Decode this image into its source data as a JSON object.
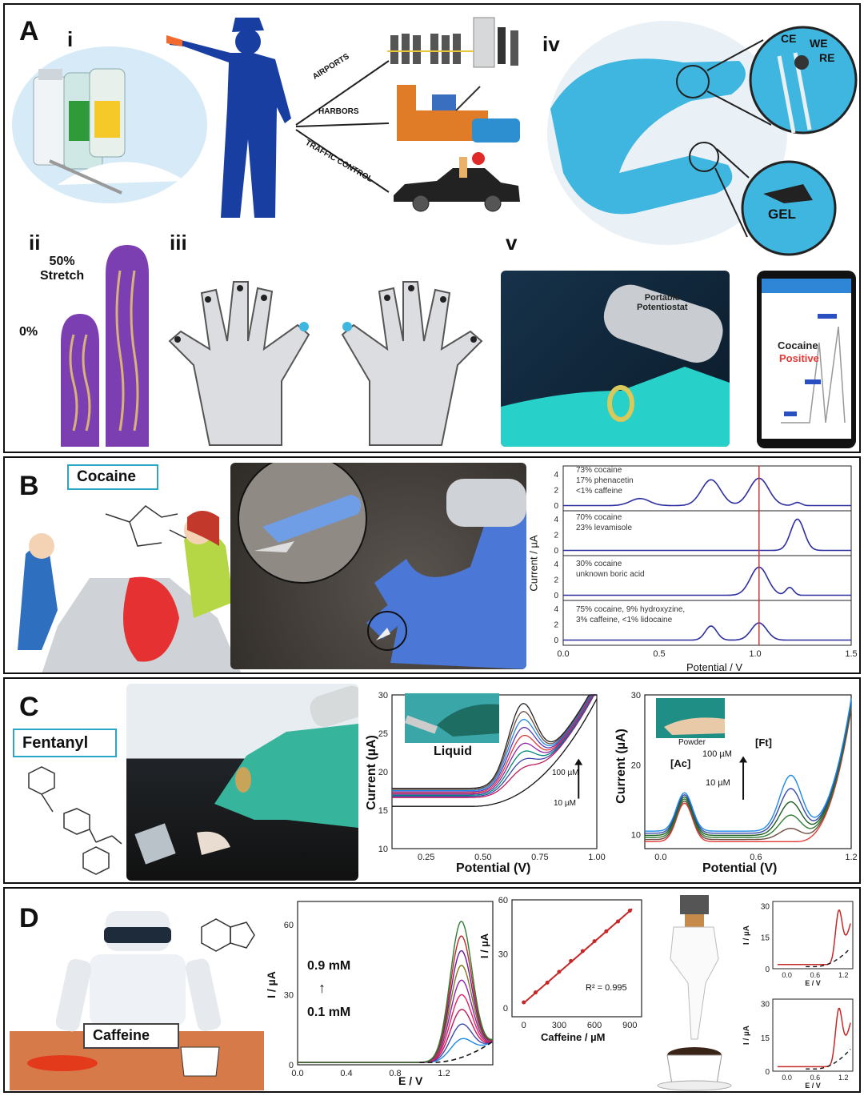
{
  "panelA": {
    "label": "A",
    "sub_i": "i",
    "sub_ii": "ii",
    "sub_iii": "iii",
    "sub_iv": "iv",
    "sub_v": "v",
    "routes": [
      "AIRPORTS",
      "HARBORS",
      "TRAFFIC CONTROL"
    ],
    "stretch_label": "50%\nStretch",
    "zero_label": "0%",
    "electrode_labels": [
      "CE",
      "WE",
      "RE"
    ],
    "gel_label": "GEL",
    "potentiostat_label": "Portable\nPotentiostat",
    "phone_result_1": "Cocaine",
    "phone_result_2": "Positive",
    "colors": {
      "positive": "#e53935",
      "glove": "#3fb6e0"
    }
  },
  "panelB": {
    "label": "B",
    "drug_label": "Cocaine",
    "chart_data": {
      "type": "line",
      "xlabel": "Potential / V",
      "ylabel": "Current / µA",
      "xlim": [
        0.0,
        1.5
      ],
      "xticks": [
        "0.0",
        "0.5",
        "1.0",
        "1.5"
      ],
      "yticks": [
        "0",
        "2",
        "4"
      ],
      "vline_x": 1.02,
      "subplots": [
        {
          "annotation": [
            "73% cocaine",
            "17% phenacetin",
            "<1% caffeine"
          ]
        },
        {
          "annotation": [
            "70% cocaine",
            "23% levamisole"
          ]
        },
        {
          "annotation": [
            "30% cocaine",
            "unknown boric acid"
          ]
        },
        {
          "annotation": [
            "75% cocaine, 9% hydroxyzine,",
            "3% caffeine, <1% lidocaine"
          ]
        }
      ]
    }
  },
  "panelC": {
    "label": "C",
    "drug_label": "Fentanyl",
    "chart_left": {
      "type": "line",
      "xlabel": "Potential (V)",
      "ylabel": "Current (µA)",
      "xlim": [
        0.1,
        1.0
      ],
      "ylim": [
        10,
        30
      ],
      "xticks": [
        "0.25",
        "0.50",
        "0.75",
        "1.00"
      ],
      "yticks": [
        "10",
        "15",
        "20",
        "25",
        "30"
      ],
      "inset_label": "Liquid",
      "high_label": "100 µM",
      "low_label": "10 µM"
    },
    "chart_right": {
      "type": "line",
      "xlabel": "Potential (V)",
      "ylabel": "Current (µA)",
      "xlim": [
        -0.1,
        1.2
      ],
      "ylim": [
        8,
        30
      ],
      "xticks": [
        "0.0",
        "0.6",
        "1.2"
      ],
      "yticks": [
        "10",
        "20",
        "30"
      ],
      "inset_label": "Powder",
      "peak_ac": "[Ac]",
      "peak_ft": "[Ft]",
      "high_label": "100 µM",
      "low_label": "10 µM"
    }
  },
  "panelD": {
    "label": "D",
    "drug_label": "Caffeine",
    "chart_main": {
      "type": "line",
      "xlabel": "E / V",
      "ylabel": "I / µA",
      "xlim": [
        0.0,
        1.6
      ],
      "ylim": [
        0,
        70
      ],
      "xticks": [
        "0.0",
        "0.4",
        "0.8",
        "1.2"
      ],
      "yticks": [
        "0",
        "30",
        "60"
      ],
      "high_label": "0.9 mM",
      "low_label": "0.1 mM",
      "arrow": "↑"
    },
    "chart_cal": {
      "type": "scatter",
      "xlabel": "Caffeine  / µM",
      "ylabel": "I / µA",
      "xlim": [
        -100,
        1000
      ],
      "ylim": [
        -5,
        60
      ],
      "xticks": [
        "0",
        "300",
        "600",
        "900"
      ],
      "yticks": [
        "0",
        "30",
        "60"
      ],
      "r2_label": "R² = 0.995",
      "x": [
        0,
        100,
        200,
        300,
        400,
        500,
        600,
        700,
        800,
        900
      ],
      "y": [
        3,
        8.5,
        14,
        20,
        26,
        31.5,
        37,
        42.5,
        48,
        54
      ]
    },
    "chart_small_top": {
      "type": "line",
      "ylabel": "I / µA",
      "xlabel": "E / V",
      "yticks": [
        "0",
        "15",
        "30"
      ],
      "xticks": [
        "0.0",
        "0.6",
        "1.2"
      ]
    },
    "chart_small_bottom": {
      "type": "line",
      "ylabel": "I / µA",
      "xlabel": "E / V",
      "yticks": [
        "0",
        "15",
        "30"
      ],
      "xticks": [
        "0.0",
        "0.6",
        "1.2"
      ]
    }
  }
}
